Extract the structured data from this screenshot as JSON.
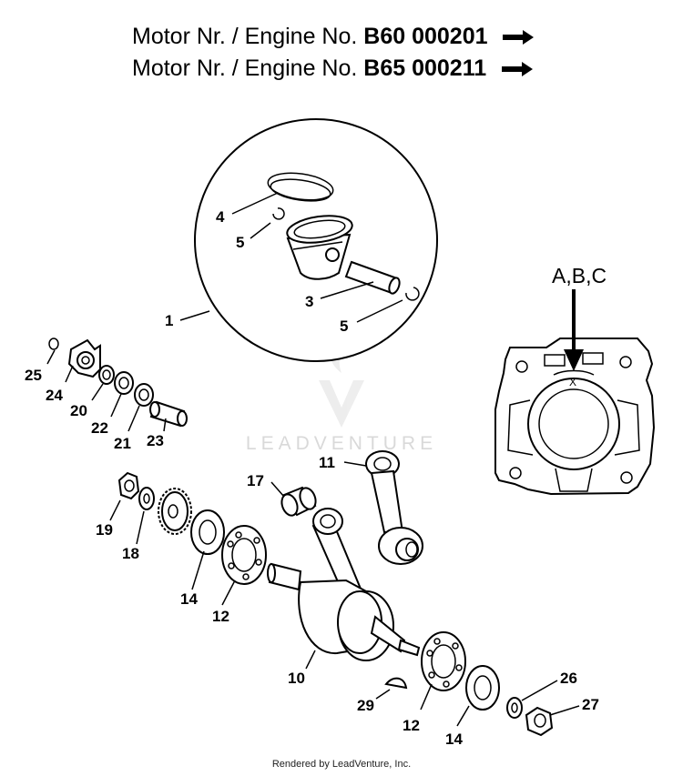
{
  "header": {
    "line1": {
      "prefix": "Motor Nr. / Engine No. ",
      "number": "B60 000201"
    },
    "line2": {
      "prefix": "Motor Nr. / Engine No. ",
      "number": "B65 000211"
    }
  },
  "callouts": {
    "p1": "1",
    "p3": "3",
    "p4": "4",
    "p5a": "5",
    "p5b": "5",
    "p10": "10",
    "p11": "11",
    "p12a": "12",
    "p12b": "12",
    "p14a": "14",
    "p14b": "14",
    "p17": "17",
    "p18": "18",
    "p19": "19",
    "p20": "20",
    "p21": "21",
    "p22": "22",
    "p23": "23",
    "p24": "24",
    "p25": "25",
    "p26": "26",
    "p27": "27",
    "p29": "29",
    "gasket_mark": "A,B,C",
    "gasket_x": "X"
  },
  "watermark": "LEADVENTURE",
  "footer": "Rendered by LeadVenture, Inc."
}
